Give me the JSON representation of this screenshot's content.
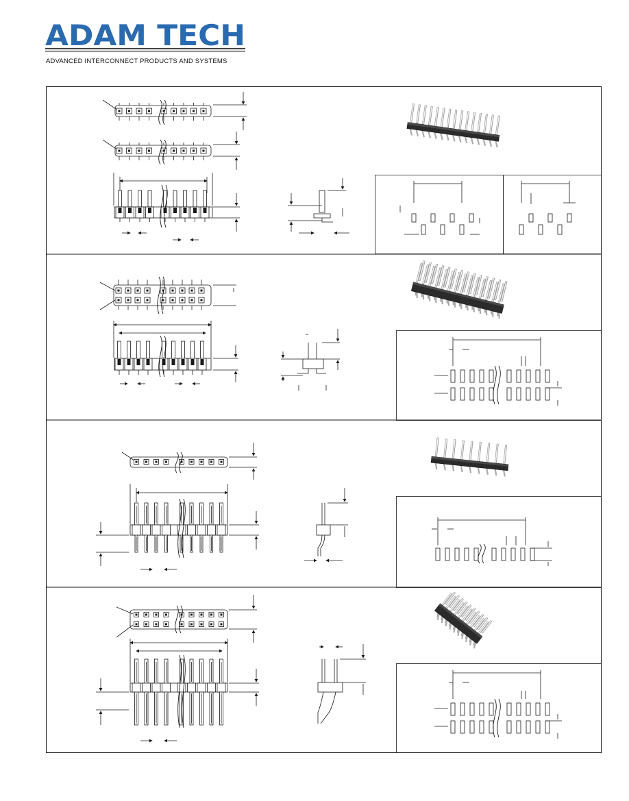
{
  "header": {
    "brand_name": "ADAM TECH",
    "tagline": "ADVANCED INTERCONNECT PRODUCTS AND SYSTEMS",
    "brand_color": "#2a6bb0"
  },
  "drawing_color": "#1a1a1a",
  "sections": [
    {
      "drawing": "single-row-right-angle-headers",
      "photo": "right-angle-pin-header-photo",
      "layouts": 2
    },
    {
      "drawing": "dual-row-right-angle-header",
      "photo": "dual-row-right-angle-header-photo",
      "layouts": 1
    },
    {
      "drawing": "single-row-offset-vertical-header",
      "photo": "offset-vertical-header-photo",
      "layouts": 1
    },
    {
      "drawing": "dual-row-offset-vertical-header",
      "photo": "dual-row-offset-header-photo",
      "layouts": 1
    }
  ]
}
